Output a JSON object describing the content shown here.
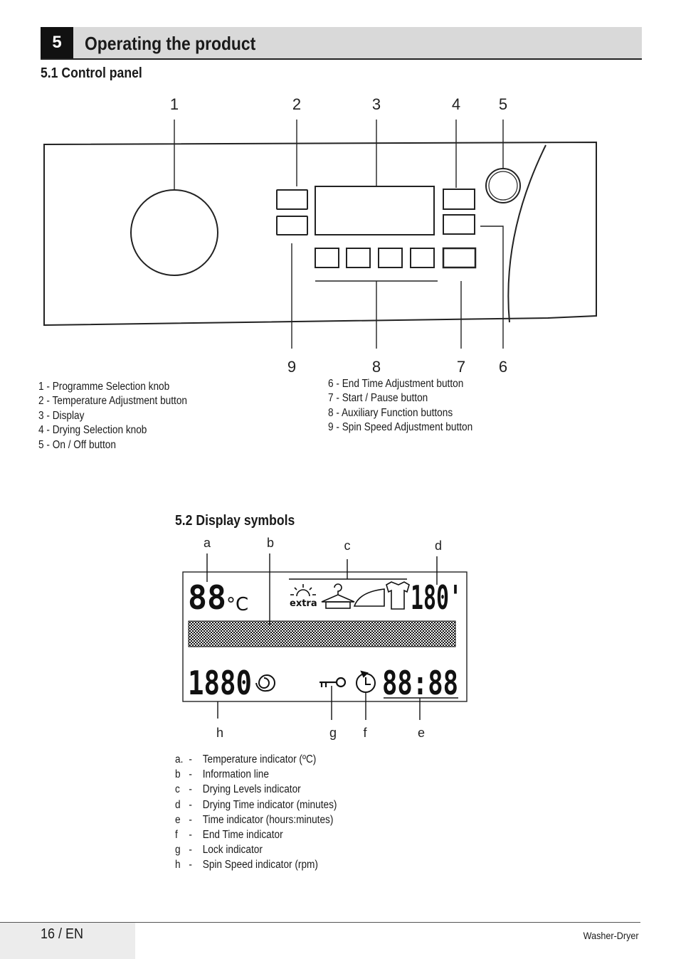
{
  "header": {
    "number": "5",
    "title": "Operating the product"
  },
  "control_panel": {
    "heading": "5.1 Control panel",
    "callouts_top": [
      "1",
      "2",
      "3",
      "4",
      "5"
    ],
    "callouts_bottom": [
      "9",
      "8",
      "7",
      "6"
    ],
    "legend_left": [
      "1 - Programme Selection knob",
      "2 - Temperature Adjustment button",
      "3 - Display",
      "4 - Drying Selection knob",
      "5 - On / Off button"
    ],
    "legend_right": [
      "6 - End Time Adjustment button",
      "7 - Start / Pause button",
      "8 - Auxiliary Function buttons",
      "9 - Spin Speed Adjustment button"
    ]
  },
  "display_symbols": {
    "heading": "5.2 Display symbols",
    "letters_top": [
      "a",
      "b",
      "c",
      "d"
    ],
    "letters_bottom": [
      "h",
      "g",
      "f",
      "e"
    ],
    "temp_digits": "88",
    "temp_unit": "°C",
    "extra_label": "extra",
    "dry_time_digits": "180'",
    "spin_digits": "1880",
    "time_digits": "88:88",
    "legend": [
      {
        "key": "a.",
        "text": "Temperature indicator (ºC)"
      },
      {
        "key": "b",
        "text": "Information line"
      },
      {
        "key": "c",
        "text": "Drying Levels indicator"
      },
      {
        "key": "d",
        "text": "Drying Time indicator (minutes)"
      },
      {
        "key": "e",
        "text": "Time indicator (hours:minutes)"
      },
      {
        "key": "f",
        "text": "End Time indicator"
      },
      {
        "key": "g",
        "text": "Lock indicator"
      },
      {
        "key": "h",
        "text": "Spin Speed indicator (rpm)"
      }
    ]
  },
  "footer": {
    "page": "16 / EN",
    "product": "Washer-Dryer"
  }
}
